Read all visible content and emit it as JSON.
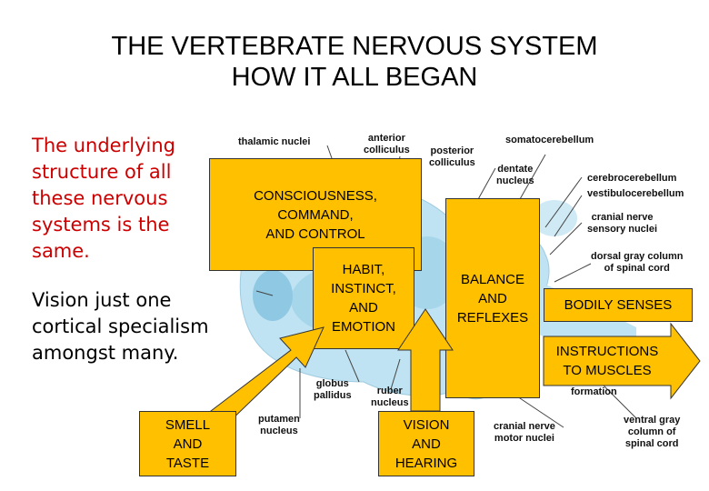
{
  "title": {
    "line1": "THE VERTEBRATE NERVOUS SYSTEM",
    "line2": "HOW IT ALL BEGAN"
  },
  "notes": {
    "underlying": [
      "The underlying",
      "structure of all",
      "these nervous",
      "systems is the",
      "same."
    ],
    "vision": [
      "Vision just one",
      "cortical specialism",
      "amongst  many."
    ]
  },
  "brain_labels": {
    "thalamic_nuclei": "thalamic nuclei",
    "anterior_colliculus": [
      "anterior",
      "colliculus"
    ],
    "posterior_colliculus": [
      "posterior",
      "colliculus"
    ],
    "somatocerebellum": "somatocerebellum",
    "dentate_nucleus": [
      "dentate",
      "nucleus"
    ],
    "cerebrocerebellum": "cerebrocerebellum",
    "vestibulocerebellum": "vestibulocerebellum",
    "cranial_nerve_sensory": [
      "cranial nerve",
      "sensory nuclei"
    ],
    "dorsal_gray_column": [
      "dorsal gray column",
      "of spinal cord"
    ],
    "globus_pallidus": [
      "globus",
      "pallidus"
    ],
    "ruber_nucleus": [
      "ruber",
      "nucleus"
    ],
    "putamen_nucleus": [
      "putamen",
      "nucleus"
    ],
    "formation": "formation",
    "cranial_nerve_motor": [
      "cranial nerve",
      "motor nuclei"
    ],
    "ventral_gray_column": [
      "ventral gray",
      "column of",
      "spinal cord"
    ]
  },
  "boxes": {
    "consciousness": [
      "CONSCIOUSNESS,",
      "COMMAND,",
      "AND CONTROL"
    ],
    "habit": [
      "HABIT,",
      "INSTINCT,",
      "AND",
      "EMOTION"
    ],
    "balance": [
      "BALANCE",
      "AND",
      "REFLEXES"
    ],
    "bodily_senses": [
      "BODILY SENSES"
    ],
    "instructions": [
      "INSTRUCTIONS",
      "TO MUSCLES"
    ],
    "smell": [
      "SMELL",
      "AND",
      "TASTE"
    ],
    "vision_hearing": [
      "VISION",
      "AND",
      "HEARING"
    ]
  },
  "colors": {
    "box_fill": "#ffc000",
    "brain_fill": "#bfe3f2",
    "note_red": "#cc0000"
  }
}
